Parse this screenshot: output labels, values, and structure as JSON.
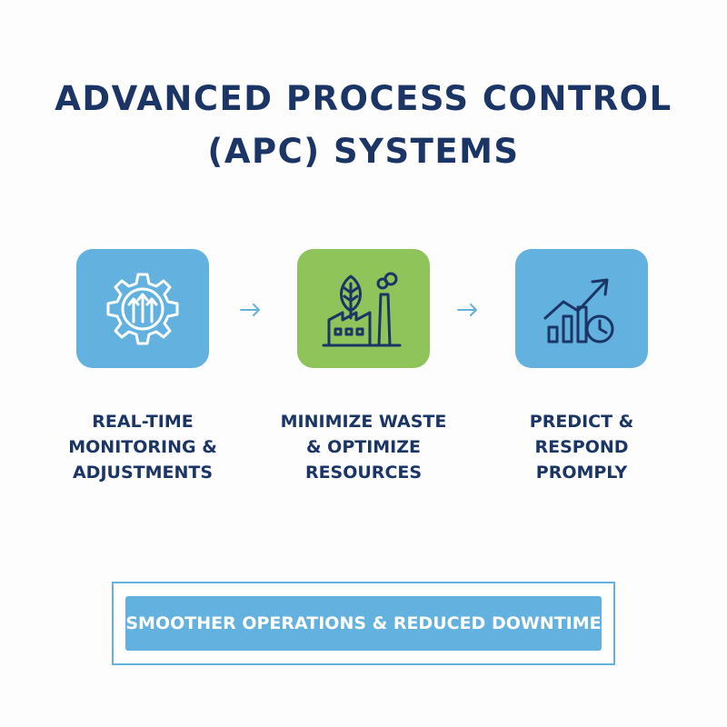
{
  "title": {
    "line1": "ADVANCED PROCESS CONTROL",
    "line2": "(APC) SYSTEMS"
  },
  "steps": [
    {
      "icon": "gear-with-up-arrows-icon",
      "color": "#62b1df",
      "label_lines": [
        "REAL-TIME",
        "MONITORING &",
        "ADJUSTMENTS"
      ]
    },
    {
      "icon": "leaf-factory-icon",
      "color": "#8fc45a",
      "label_lines": [
        "MINIMIZE WASTE",
        "& OPTIMIZE",
        "RESOURCES"
      ]
    },
    {
      "icon": "rising-chart-clock-icon",
      "color": "#62b1df",
      "label_lines": [
        "PREDICT &",
        "RESPOND",
        "PROMPLY"
      ]
    }
  ],
  "connectors": [
    "arrow-right-icon",
    "arrow-right-icon"
  ],
  "banner": {
    "text": "SMOOTHER OPERATIONS & REDUCED DOWNTIME"
  },
  "colors": {
    "title": "#1b3566",
    "accent_blue": "#62b1df",
    "accent_green": "#8fc45a",
    "icon_stroke": "#ffffff"
  }
}
